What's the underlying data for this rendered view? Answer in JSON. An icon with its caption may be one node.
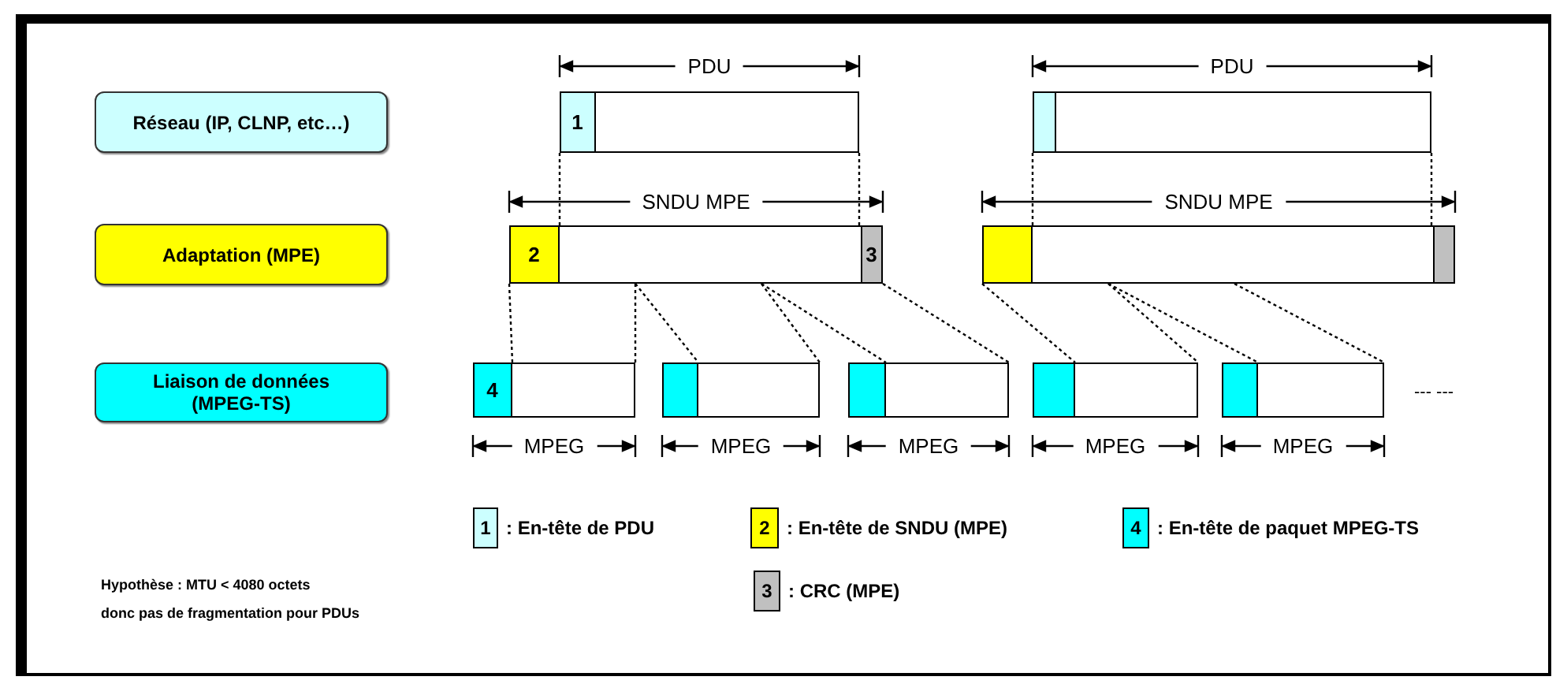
{
  "diagram": {
    "nodes": [
      {
        "text": [
          "Réseau (IP, CLNP, etc…)"
        ]
      },
      {
        "text": [],
        "shape": "box"
      },
      {
        "text": [
          "1"
        ],
        "in": 1
      },
      {
        "text": [],
        "shape": "box"
      },
      {
        "text": [],
        "shape": "box",
        "in": 3
      },
      {
        "text": [
          "Adaptation (MPE)"
        ]
      },
      {
        "text": [],
        "shape": "box"
      },
      {
        "text": [
          "2"
        ],
        "in": 6
      },
      {
        "text": [
          "3"
        ],
        "in": 6
      },
      {
        "text": [],
        "shape": "box"
      },
      {
        "text": [],
        "shape": "box",
        "in": 9
      },
      {
        "text": [],
        "shape": "box",
        "in": 9
      },
      {
        "text": [
          "Liaison de données (MPEG-TS)"
        ]
      },
      {
        "text": [],
        "shape": "box"
      },
      {
        "text": [
          "4"
        ],
        "in": 13
      },
      {
        "text": [],
        "shape": "box"
      },
      {
        "text": [],
        "shape": "box",
        "in": 15
      },
      {
        "text": [],
        "shape": "box"
      },
      {
        "text": [],
        "shape": "box",
        "in": 17
      },
      {
        "text": [],
        "shape": "box"
      },
      {
        "text": [],
        "shape": "box",
        "in": 19
      },
      {
        "text": [],
        "shape": "box"
      },
      {
        "text": [],
        "shape": "box",
        "in": 21
      }
    ],
    "edges": [
      {
        "from": 1,
        "to": 6,
        "arrow": "none",
        "style": "dashed"
      },
      {
        "from": 1,
        "to": 6,
        "arrow": "none",
        "style": "dashed"
      },
      {
        "from": 3,
        "to": 9,
        "arrow": "none",
        "style": "dashed"
      },
      {
        "from": 3,
        "to": 9,
        "arrow": "none",
        "style": "dashed"
      },
      {
        "from": 6,
        "to": 13,
        "arrow": "none",
        "style": "dashed"
      },
      {
        "from": 6,
        "to": 13,
        "arrow": "none",
        "style": "dashed"
      },
      {
        "from": 6,
        "to": 15,
        "arrow": "none",
        "style": "dashed"
      },
      {
        "from": 6,
        "to": 15,
        "arrow": "none",
        "style": "dashed"
      },
      {
        "from": 6,
        "to": 17,
        "arrow": "none",
        "style": "dashed"
      },
      {
        "from": 6,
        "to": 17,
        "arrow": "none",
        "style": "dashed"
      },
      {
        "from": 9,
        "to": 19,
        "arrow": "none",
        "style": "dashed"
      },
      {
        "from": 9,
        "to": 19,
        "arrow": "none",
        "style": "dashed"
      },
      {
        "from": 9,
        "to": 21,
        "arrow": "none",
        "style": "dashed"
      },
      {
        "from": 9,
        "to": 21,
        "arrow": "none",
        "style": "dashed"
      }
    ],
    "labels": [
      "PDU",
      "PDU",
      "SNDU MPE",
      "SNDU MPE",
      "MPEG",
      "MPEG",
      "MPEG",
      "MPEG",
      "MPEG",
      "--- ---",
      "1",
      "2",
      "4",
      "Hypothèse : MTU < 4080 octets",
      "3",
      "donc pas de fragmentation pour PDUs"
    ],
    "legend": [
      {
        "text": ": En-tête de PDU",
        "color": "#ccffff"
      },
      {
        "text": ": En-tête de SNDU (MPE)",
        "color": "#ffff00"
      },
      {
        "text": ": En-tête de paquet MPEG-TS",
        "color": "#00ffff"
      },
      {
        "text": ": CRC (MPE)",
        "color": "#c0c0c0"
      }
    ]
  }
}
